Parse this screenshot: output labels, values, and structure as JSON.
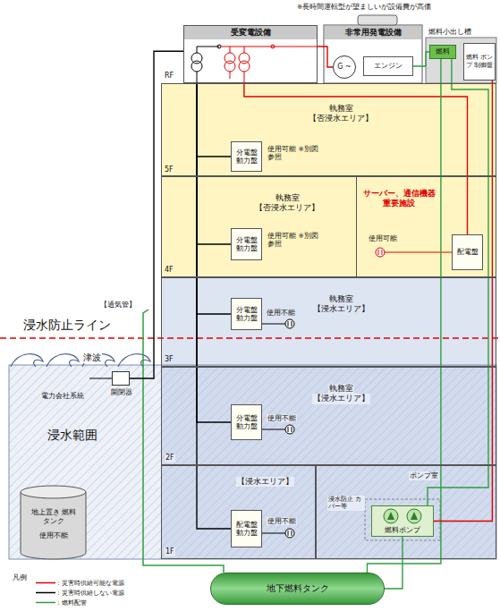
{
  "diagram": {
    "nodes": [
      {
        "text": [
          "受変電設備"
        ]
      },
      {
        "text": [
          "非常用発電設備"
        ]
      },
      {
        "text": [
          "G ~"
        ],
        "in": 1
      },
      {
        "text": [
          "エンジン"
        ],
        "in": 1
      },
      {
        "text": [
          "燃料"
        ]
      },
      {
        "text": [
          "燃料 ポンプ 制御盤"
        ]
      },
      {
        "text": [
          "執務室",
          "【否浸水エリア】"
        ]
      },
      {
        "text": [
          "分電盤",
          "動力盤"
        ],
        "in": 6
      },
      {
        "text": [
          "執務室",
          "【否浸水エリア】"
        ]
      },
      {
        "text": [
          "分電盤",
          "動力盤"
        ],
        "in": 8
      },
      {
        "text": [
          "サーバー、通信機器 重要施設"
        ],
        "in": 8
      },
      {
        "text": [
          "配電盤"
        ],
        "in": 10
      },
      {
        "text": [
          "執務室",
          "【浸水エリア】"
        ]
      },
      {
        "text": [
          "分電盤",
          "動力盤"
        ],
        "in": 12
      },
      {
        "text": [
          "執務室",
          "【浸水エリア】"
        ]
      },
      {
        "text": [
          "分電盤",
          "動力盤"
        ],
        "in": 14
      },
      {
        "text": [
          "【浸水エリア】"
        ]
      },
      {
        "text": [
          "配電盤",
          "動力盤"
        ],
        "in": 16
      },
      {
        "text": [
          "ポンプ室"
        ]
      },
      {
        "text": [
          "燃料ポンプ"
        ],
        "in": 18
      },
      {
        "text": [
          "地上置き 燃料タンク",
          "使用不能"
        ]
      },
      {
        "text": [
          "地下燃料タンク"
        ]
      },
      {
        "text": [
          "開閉器"
        ]
      }
    ],
    "edges": [
      {
        "from": 2,
        "to": 0,
        "arrow": "none"
      },
      {
        "from": 0,
        "to": 11,
        "arrow": "none"
      },
      {
        "from": 0,
        "to": 7,
        "arrow": "none"
      },
      {
        "from": 0,
        "to": 9,
        "arrow": "none"
      },
      {
        "from": 0,
        "to": 13,
        "arrow": "none"
      },
      {
        "from": 0,
        "to": 15,
        "arrow": "none"
      },
      {
        "from": 0,
        "to": 17,
        "arrow": "none"
      },
      {
        "from": 22,
        "to": 0,
        "arrow": "none"
      },
      {
        "from": 21,
        "to": 19,
        "arrow": "none"
      },
      {
        "from": 19,
        "to": 4,
        "arrow": "none"
      },
      {
        "from": 4,
        "to": 21,
        "arrow": "none"
      },
      {
        "from": 5,
        "to": 19,
        "arrow": "none"
      },
      {
        "from": 4,
        "to": 3,
        "arrow": "none"
      }
    ],
    "labels": [
      "※長時間運転型が望ましいが設備費が高価",
      "燃料小出し槽",
      "RF",
      "5F",
      "4F",
      "3F",
      "2F",
      "1F",
      "使用可能 ※別図参照",
      "使用可能 ※別図参照",
      "使用可能",
      "使用不能",
      "浸水防止ライン",
      "【通気管】",
      "津波",
      "電力会社系統",
      "浸水範囲",
      "使用不能",
      "使用不能",
      "浸水防止 カバー等",
      "凡例"
    ],
    "legend": [
      {
        "text": "：災害時供給可能な電源"
      },
      {
        "text": "：災害時供給しない電源"
      },
      {
        "text": "：燃料配管"
      }
    ]
  }
}
